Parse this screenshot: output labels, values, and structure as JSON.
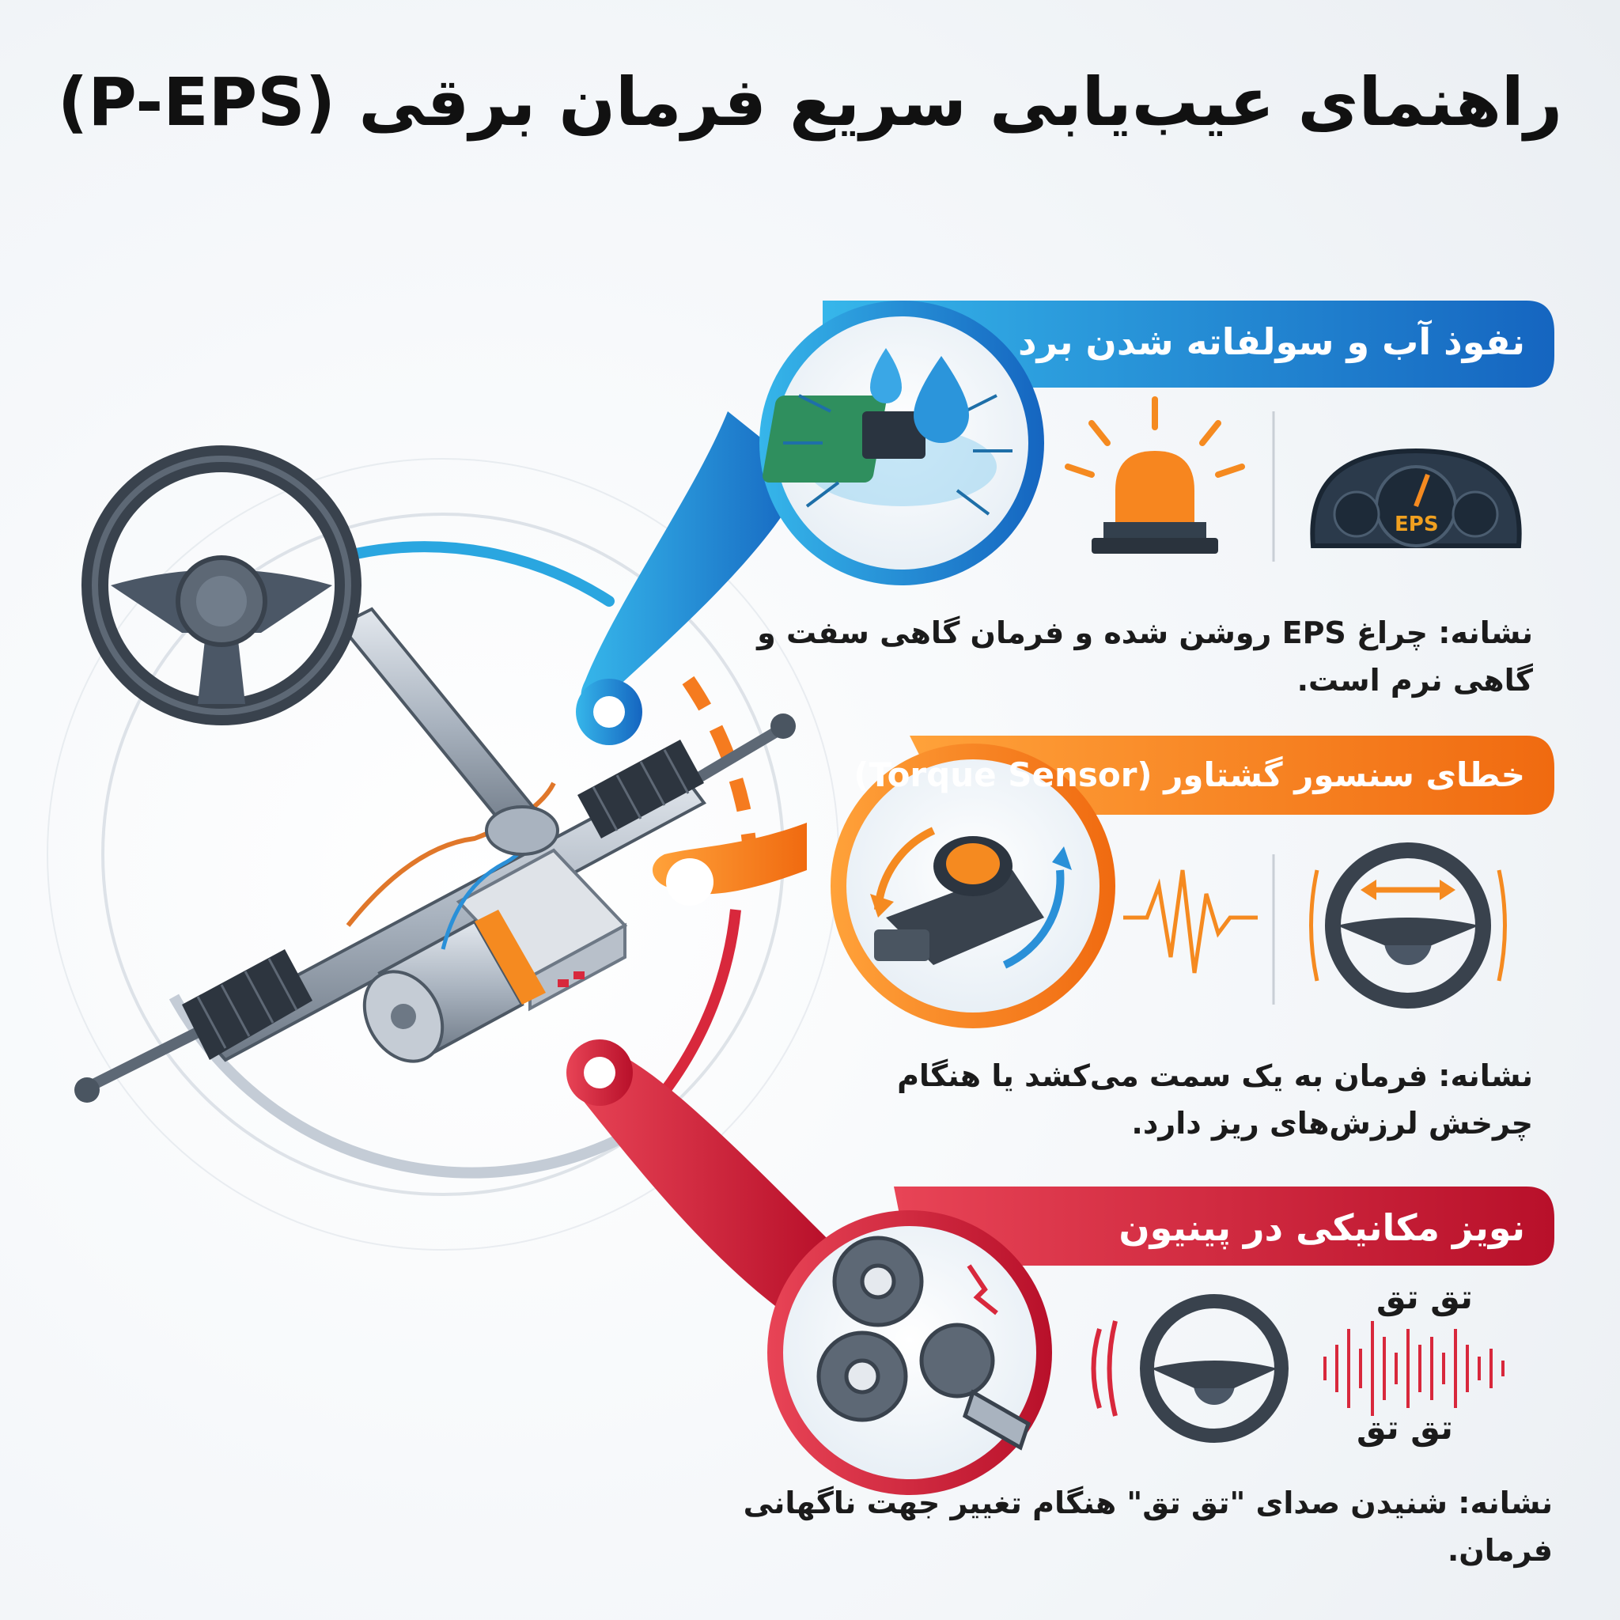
{
  "title": "راهنمای عیب‌یابی سریع فرمان برقی (P-EPS)",
  "colors": {
    "blue": "#1f8fd6",
    "orange": "#f58220",
    "red": "#d8283c",
    "text": "#1b1b1b"
  },
  "sections": [
    {
      "heading": "نفوذ آب و سولفاته شدن برد",
      "symptom_line1": "نشانه: چراغ EPS روشن شده و فرمان گاهی سفت و",
      "symptom_line2": "گاهی نرم است.",
      "icons": [
        "wet-circuit-board-icon",
        "warning-beacon-icon",
        "dashboard-gauge-icon"
      ],
      "dash_label": "EPS"
    },
    {
      "heading": "خطای سنسور گشتاور (Torque Sensor)",
      "symptom_line1": "نشانه: فرمان به یک سمت می‌کشد یا هنگام",
      "symptom_line2": "چرخش لرزش‌های ریز دارد.",
      "icons": [
        "torque-sensor-icon",
        "signal-wave-icon",
        "vibrating-steering-wheel-icon"
      ]
    },
    {
      "heading": "نویز مکانیکی در پینیون",
      "symptom_line1": "نشانه: شنیدن صدای \"تق تق\" هنگام تغییر جهت ناگهانی",
      "symptom_line2": "فرمان.",
      "sound_text_top": "تق تق",
      "sound_text_bottom": "تق تق",
      "icons": [
        "gears-icon",
        "steering-wheel-noise-icon",
        "sound-wave-icon"
      ]
    }
  ]
}
